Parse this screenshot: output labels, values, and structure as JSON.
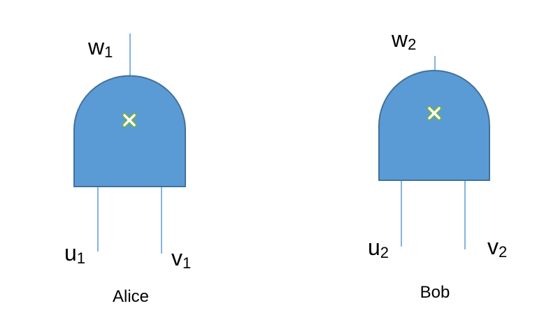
{
  "colors": {
    "gate_fill": "#5b9bd5",
    "gate_outline": "#41719c",
    "wire": "#5b9bd5",
    "operator_mark": "#70ad47"
  },
  "gates": [
    {
      "party": "Alice",
      "operator_icon": "times-icon",
      "output": {
        "base": "w",
        "sub": "1"
      },
      "input_left": {
        "base": "u",
        "sub": "1"
      },
      "input_right": {
        "base": "v",
        "sub": "1"
      }
    },
    {
      "party": "Bob",
      "operator_icon": "times-icon",
      "output": {
        "base": "w",
        "sub": "2"
      },
      "input_left": {
        "base": "u",
        "sub": "2"
      },
      "input_right": {
        "base": "v",
        "sub": "2"
      }
    }
  ]
}
